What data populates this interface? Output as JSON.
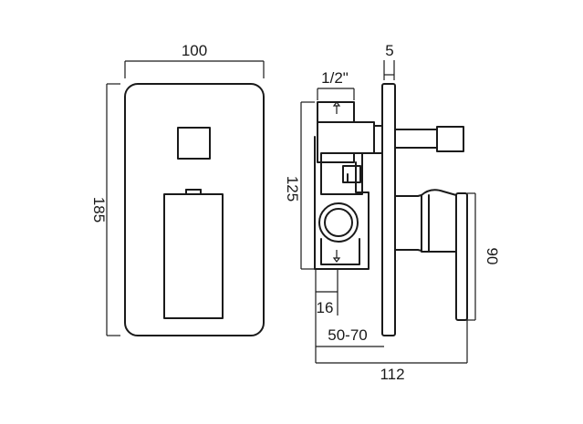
{
  "front_view": {
    "width_label": "100",
    "height_label": "185"
  },
  "side_view": {
    "plate_thickness_label": "5",
    "thread_label": "1/2\"",
    "body_height_label": "125",
    "inlet_offset_label": "16",
    "depth_range_label": "50-70",
    "total_depth_label": "112",
    "lever_height_label": "90"
  }
}
